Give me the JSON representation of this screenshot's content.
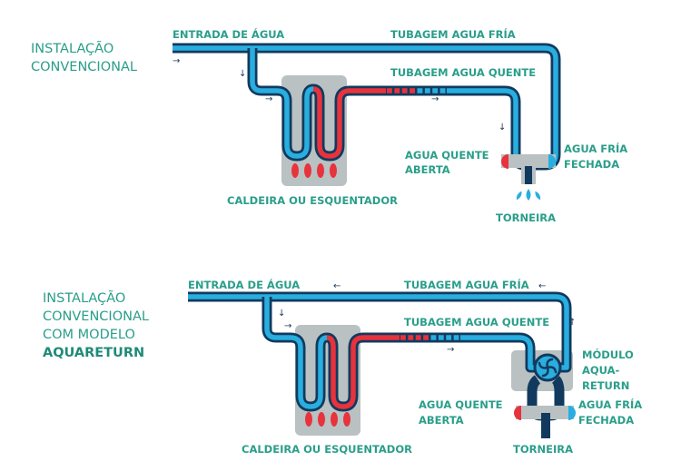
{
  "colors": {
    "cold": "#29aee0",
    "hot": "#e8323c",
    "outline": "#123a5e",
    "housing": "#b9c1c2",
    "text": "#2a9e8a"
  },
  "top": {
    "title_lines": [
      "INSTALAÇÃO",
      "CONVENCIONAL"
    ],
    "water_inlet": "ENTRADA DE ÁGUA",
    "cold_pipe": "TUBAGEM AGUA FRÍA",
    "hot_pipe": "TUBAGEM AGUA QUENTE",
    "boiler": "CALDEIRA OU ESQUENTADOR",
    "hot_open_lines": [
      "AGUA QUENTE",
      "ABERTA"
    ],
    "cold_closed_lines": [
      "AGUA FRÍA",
      "FECHADA"
    ],
    "tap": "TORNEIRA"
  },
  "bottom": {
    "title_lines": [
      "INSTALAÇÃO",
      "CONVENCIONAL",
      "COM MODELO"
    ],
    "title_bold": "AQUARETURN",
    "water_inlet": "ENTRADA DE ÁGUA",
    "cold_pipe": "TUBAGEM AGUA FRÍA",
    "hot_pipe": "TUBAGEM AGUA QUENTE",
    "boiler": "CALDEIRA OU ESQUENTADOR",
    "module_lines": [
      "MÓDULO",
      "AQUA-",
      "RETURN"
    ],
    "hot_open_lines": [
      "AGUA QUENTE",
      "ABERTA"
    ],
    "cold_closed_lines": [
      "AGUA FRÍA",
      "FECHADA"
    ],
    "tap": "TORNEIRA"
  },
  "arrows": {
    "right": "→",
    "left": "←",
    "down": "↓",
    "up": "↑"
  }
}
